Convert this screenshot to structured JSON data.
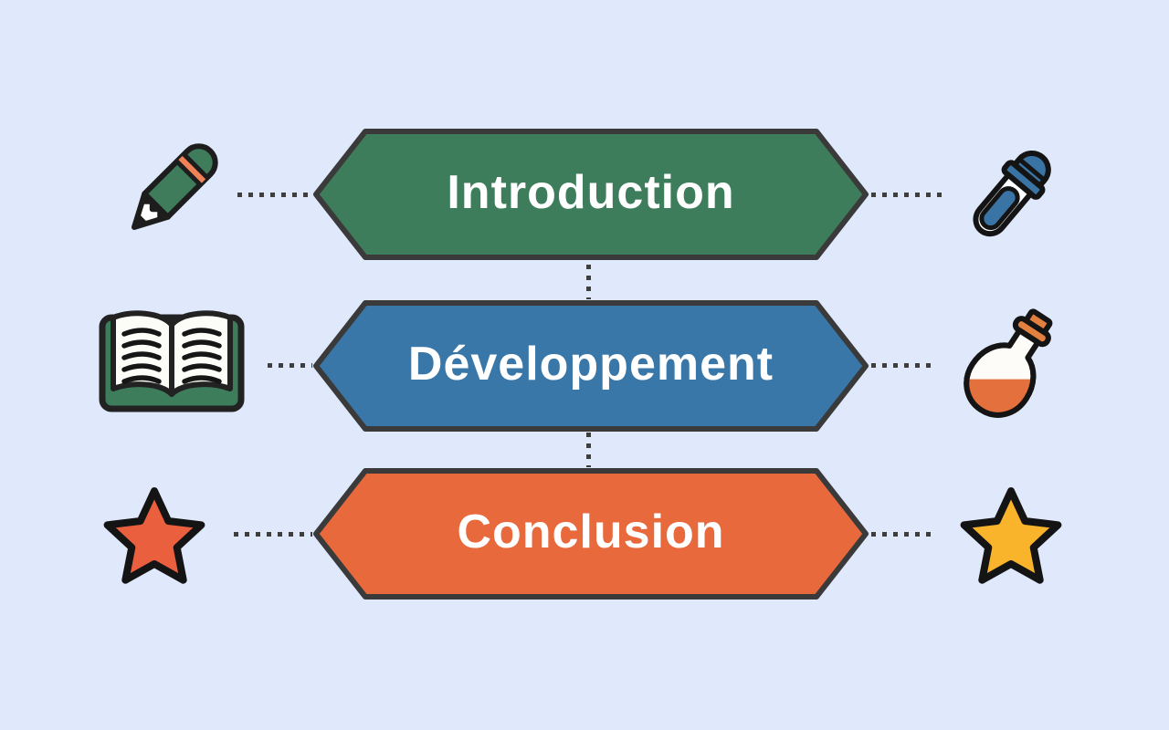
{
  "diagram": {
    "background_color": "#dfe9fb",
    "outline_color": "#3a3a3a",
    "label_text_color": "#ffffff",
    "steps": [
      {
        "label": "Introduction",
        "color": "#3e7d5c",
        "left_icon": "pencil-icon",
        "right_icon": "marker-icon"
      },
      {
        "label": "Développement",
        "color": "#3a77a9",
        "left_icon": "open-book-icon",
        "right_icon": "potion-bottle-icon"
      },
      {
        "label": "Conclusion",
        "color": "#e8693c",
        "left_icon": "red-star-icon",
        "right_icon": "yellow-star-icon"
      }
    ],
    "icon_colors": {
      "pencil_body": "#3e7c5c",
      "pencil_stripe": "#f08258",
      "book_cover": "#3e7d5c",
      "page_white": "#fdfdf8",
      "star_left": "#ea5f3e",
      "star_right": "#f9b42c",
      "marker_blue": "#3a74a4",
      "potion_liquid": "#e4703e",
      "potion_cork": "#e28040"
    }
  }
}
